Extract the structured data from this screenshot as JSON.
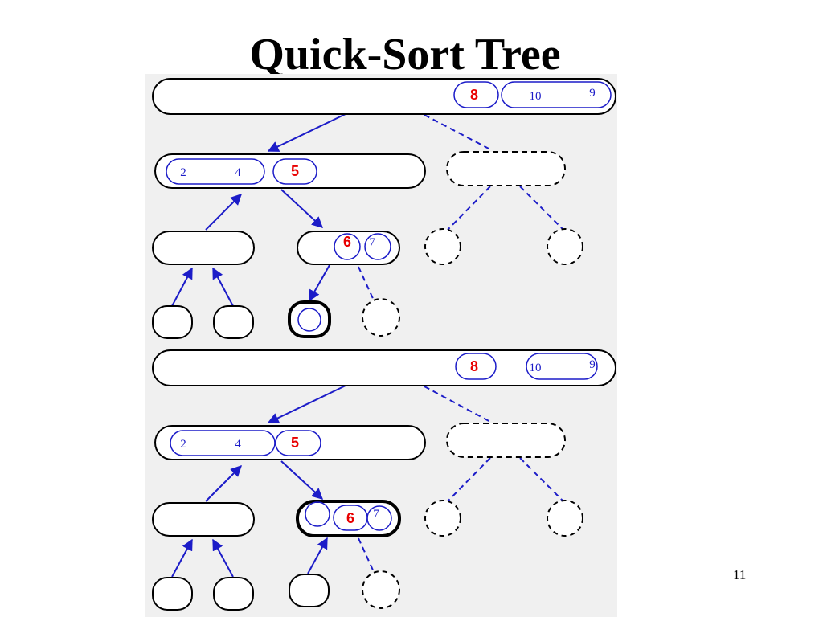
{
  "title": "Quick-Sort Tree",
  "page_number": "11",
  "colors": {
    "pivot": "#e80000",
    "sequence": "#1c1cc8",
    "node_outline": "#000000",
    "panel": "#f0f0f0"
  },
  "top_tree": {
    "root": {
      "pivot": "8",
      "right_group": [
        "10",
        "9"
      ]
    },
    "level1_left": {
      "left_group": [
        "2",
        "4"
      ],
      "pivot": "5"
    },
    "level2_right": {
      "pivot": "6",
      "right_group": [
        "7"
      ]
    }
  },
  "bottom_tree": {
    "root": {
      "pivot": "8",
      "right_group": [
        "10",
        "9"
      ]
    },
    "level1_left": {
      "left_group": [
        "2",
        "4"
      ],
      "pivot": "5"
    },
    "level2_right": {
      "pivot": "6",
      "right_group": [
        "7"
      ]
    }
  }
}
